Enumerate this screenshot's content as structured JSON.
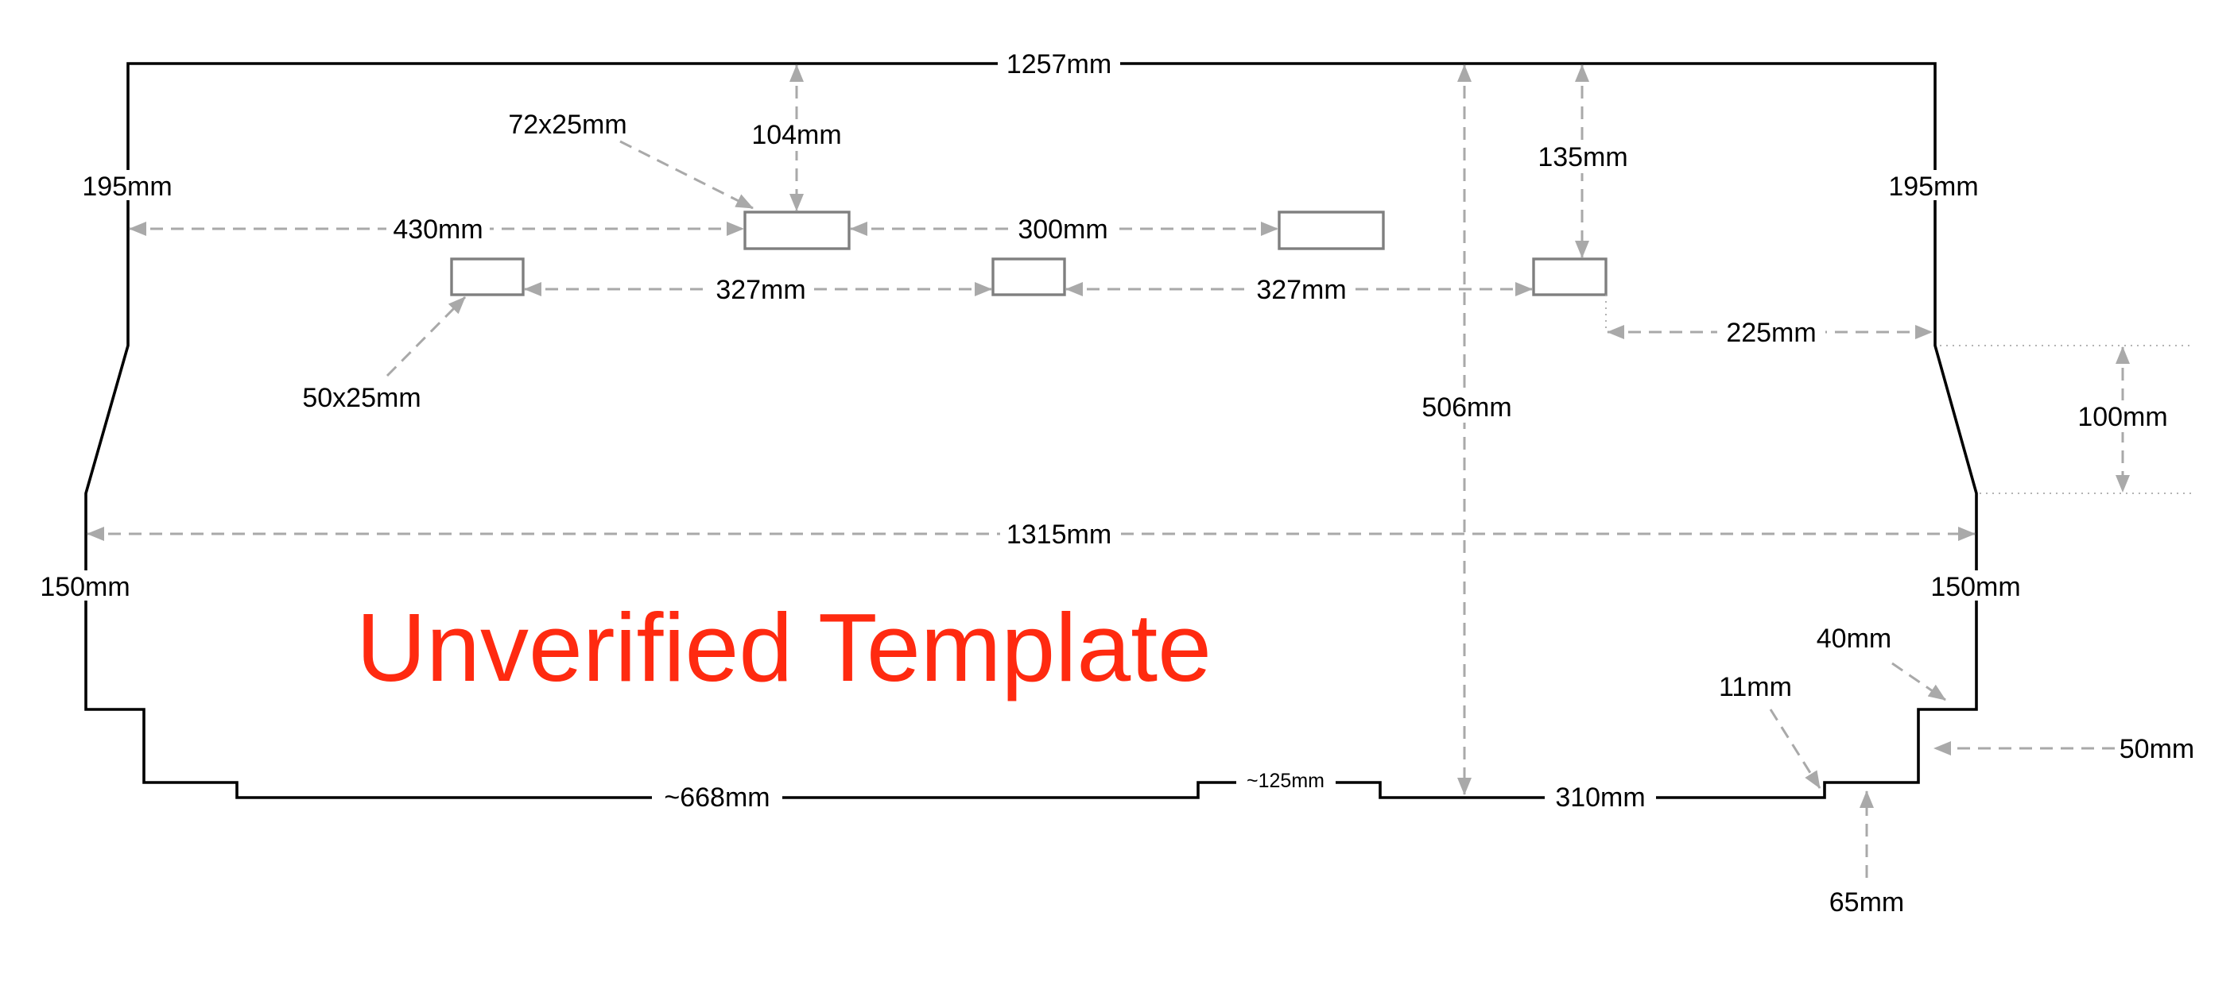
{
  "labels": {
    "top_width": "1257mm",
    "left_upper_side": "195mm",
    "right_upper_side": "195mm",
    "slot_large_size": "72x25mm",
    "slot_small_size": "50x25mm",
    "slot_top_offset": "104mm",
    "right_slot_top_offset": "135mm",
    "left_to_large_slot": "430mm",
    "large_slot_spacing": "300mm",
    "small_slot_spacing_left": "327mm",
    "small_slot_spacing_right": "327mm",
    "right_slot_to_edge": "225mm",
    "taper_height": "100mm",
    "overall_depth": "506mm",
    "full_width": "1315mm",
    "left_lower_side": "150mm",
    "right_lower_side": "150mm",
    "bottom_left_length": "~668mm",
    "bottom_middle_notch": "~125mm",
    "bottom_right_length": "310mm",
    "corner_step_40": "40mm",
    "corner_step_11": "11mm",
    "corner_step_50": "50mm",
    "corner_step_65": "65mm"
  },
  "watermark": "Unverified Template",
  "colors": {
    "outline": "#000000",
    "dimension": "#a9a9a9",
    "cutout": "#7f7f7f",
    "watermark": "#ff2a10"
  }
}
